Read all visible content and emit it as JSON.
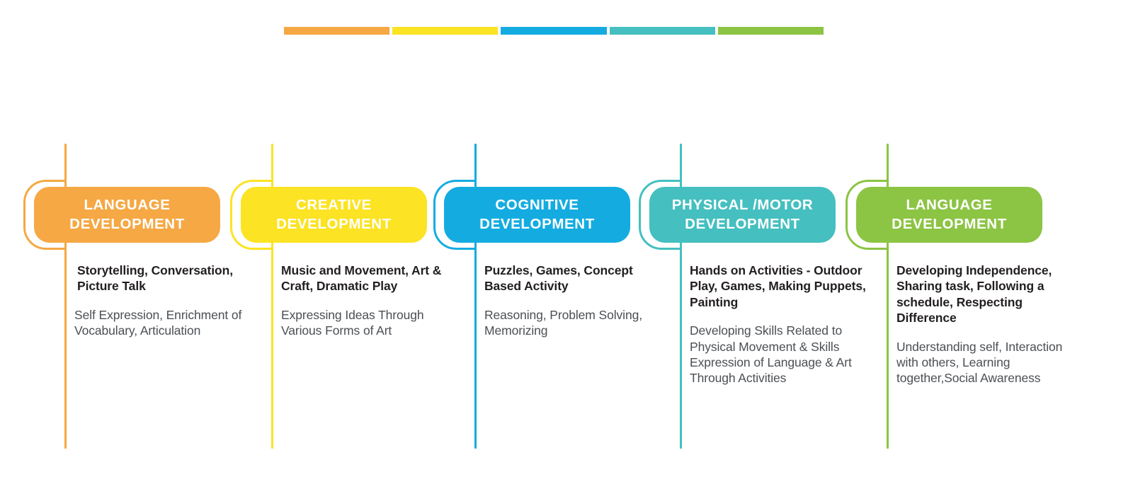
{
  "legend": {
    "segments": [
      {
        "name": "legend-segment-orange",
        "color": "#F5A844"
      },
      {
        "name": "legend-segment-yellow",
        "color": "#FCE323"
      },
      {
        "name": "legend-segment-blue",
        "color": "#14ACE0"
      },
      {
        "name": "legend-segment-teal",
        "color": "#45BFC0"
      },
      {
        "name": "legend-segment-green",
        "color": "#8CC444"
      }
    ]
  },
  "columns": [
    {
      "id": "language-development-1",
      "title": "LANGUAGE\nDEVELOPMENT",
      "color": "#F5A844",
      "heading": "Storytelling, Conversation, Picture Talk",
      "sub": "Self Expression, Enrichment of Vocabulary, Articulation"
    },
    {
      "id": "creative-development",
      "title": "CREATIVE\nDEVELOPMENT",
      "color": "#FCE323",
      "heading": "Music and Movement, Art & Craft, Dramatic Play",
      "sub": "Expressing Ideas Through Various Forms of Art"
    },
    {
      "id": "cognitive-development",
      "title": "COGNITIVE\nDEVELOPMENT",
      "color": "#14ACE0",
      "heading": "Puzzles, Games, Concept Based Activity",
      "sub": "Reasoning, Problem Solving, Memorizing"
    },
    {
      "id": "physical-motor-development",
      "title": "PHYSICAL /MOTOR\nDEVELOPMENT",
      "color": "#45BFC0",
      "heading": "Hands on Activities - Outdoor Play, Games, Making Puppets, Painting",
      "sub": "Developing Skills Related to Physical Movement & Skills Expression of Language & Art Through Activities"
    },
    {
      "id": "language-development-2",
      "title": "LANGUAGE\nDEVELOPMENT",
      "color": "#8CC444",
      "heading": "Developing Independence, Sharing task, Following a schedule, Respecting Difference",
      "sub": "Understanding self, Interaction with others, Learning together,Social Awareness"
    }
  ]
}
